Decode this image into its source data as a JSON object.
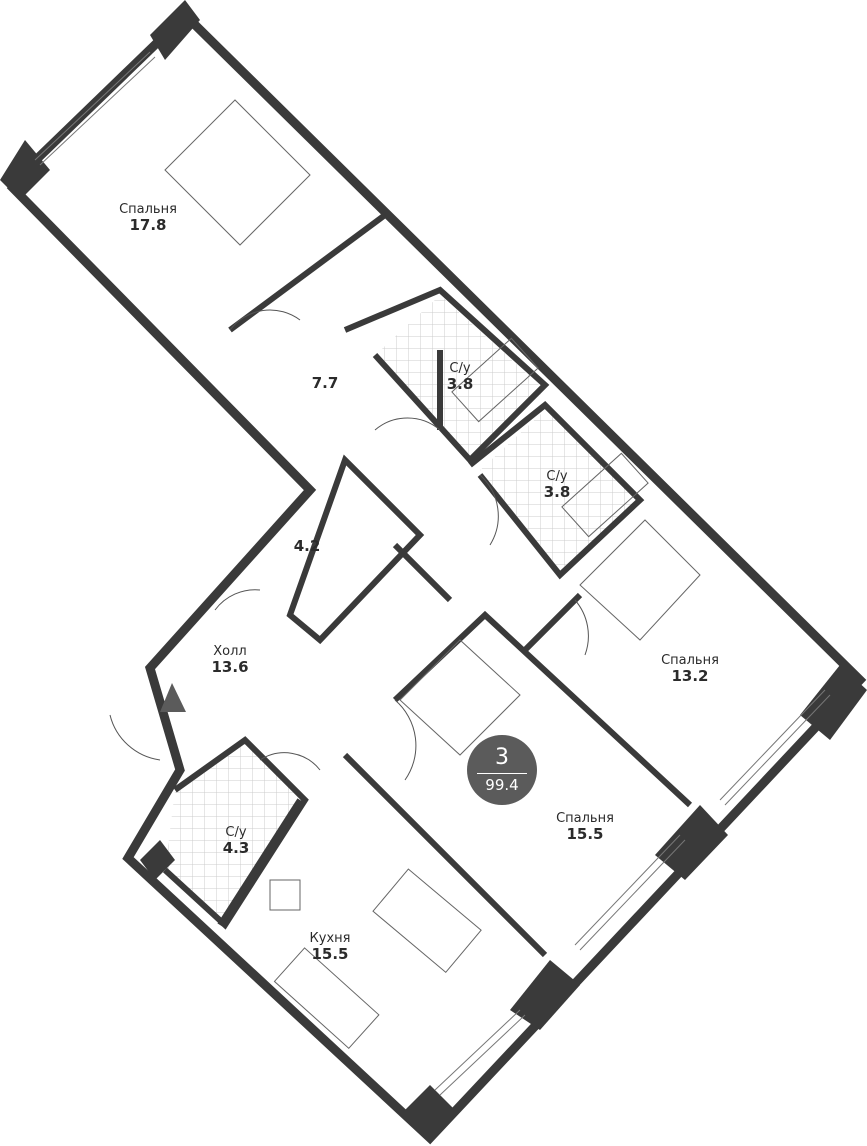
{
  "rooms": [
    {
      "name": "Спальня",
      "area": "17.8"
    },
    {
      "name": "",
      "area": "7.7"
    },
    {
      "name": "С/у",
      "area": "3.8"
    },
    {
      "name": "С/у",
      "area": "3.8"
    },
    {
      "name": "",
      "area": "4.2"
    },
    {
      "name": "Холл",
      "area": "13.6"
    },
    {
      "name": "Спальня",
      "area": "13.2"
    },
    {
      "name": "Спальня",
      "area": "15.5"
    },
    {
      "name": "С/у",
      "area": "4.3"
    },
    {
      "name": "Кухня",
      "area": "15.5"
    }
  ],
  "summary": {
    "rooms": "3",
    "total_area": "99.4"
  },
  "colors": {
    "wall": "#3a3a3a",
    "badge": "#5b5b5b",
    "tile": "#e6e6e6"
  }
}
